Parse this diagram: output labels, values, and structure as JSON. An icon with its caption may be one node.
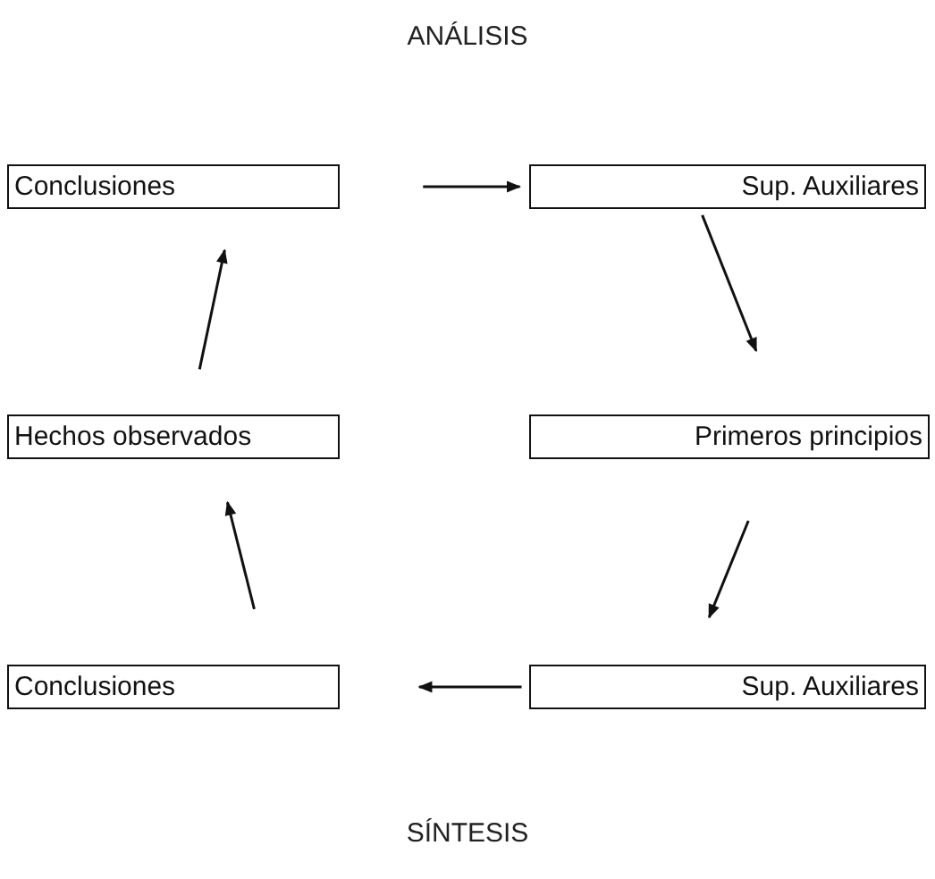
{
  "diagram": {
    "nodes": [
      {
        "text": [
          "Conclusiones"
        ]
      },
      {
        "text": [
          "Sup. Auxiliares"
        ]
      },
      {
        "text": [
          "Hechos observados"
        ]
      },
      {
        "text": [
          "Primeros principios"
        ]
      },
      {
        "text": [
          "Conclusiones"
        ]
      },
      {
        "text": [
          "Sup. Auxiliares"
        ]
      }
    ],
    "edges": [
      {
        "from": 0,
        "to": 1,
        "arrow": "to"
      },
      {
        "from": 1,
        "to": 3,
        "arrow": "to"
      },
      {
        "from": 3,
        "to": 5,
        "arrow": "to"
      },
      {
        "from": 5,
        "to": 4,
        "arrow": "to"
      },
      {
        "from": 4,
        "to": 2,
        "arrow": "to"
      },
      {
        "from": 2,
        "to": 0,
        "arrow": "to"
      }
    ],
    "labels": [
      "ANÁLISIS",
      "SÍNTESIS"
    ]
  }
}
